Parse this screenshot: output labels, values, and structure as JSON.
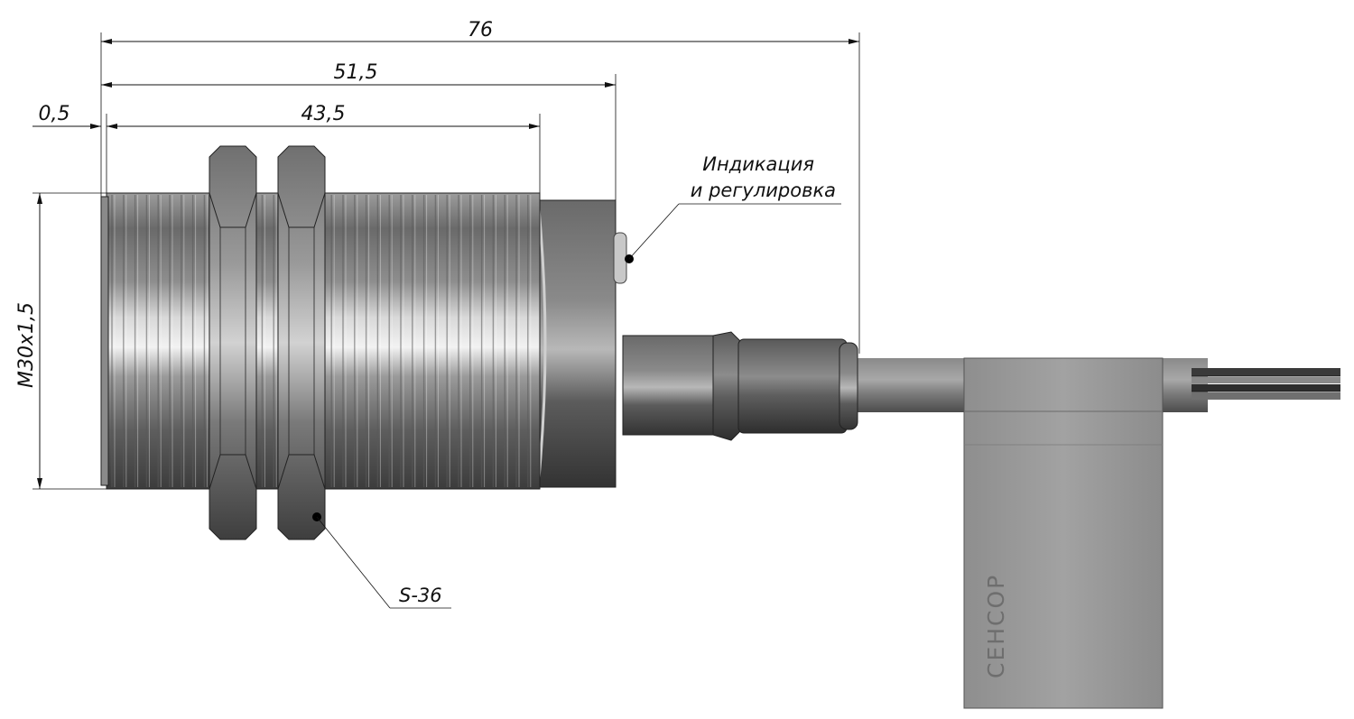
{
  "dimensions": {
    "overall_length": "76",
    "body_length": "51,5",
    "thread_length": "43,5",
    "face_offset": "0,5",
    "thread_size": "M30x1,5"
  },
  "callouts": {
    "indication_line1": "Индикация",
    "indication_line2": "и регулировка",
    "nut_size": "S-36"
  },
  "label": {
    "brand": "СЕНСОР"
  },
  "colors": {
    "metal_dark": "#4a4a4a",
    "metal_light": "#d4d4d4",
    "label_tag": "#9a9a9a",
    "line": "#111111"
  }
}
